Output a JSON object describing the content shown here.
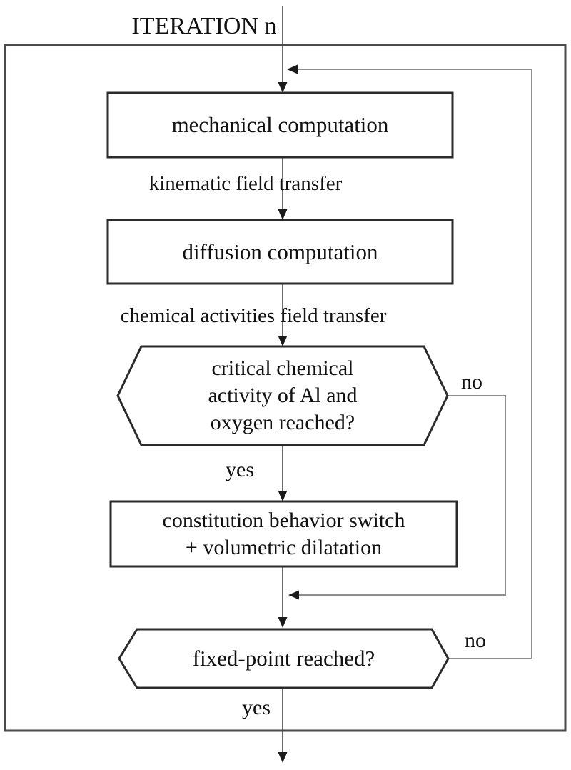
{
  "diagram": {
    "title": "ITERATION n",
    "nodes": {
      "mechanical": {
        "type": "process",
        "label": "mechanical computation"
      },
      "diffusion": {
        "type": "process",
        "label": "diffusion computation"
      },
      "critical": {
        "type": "decision",
        "lines": [
          "critical chemical",
          "activity of Al and",
          "oxygen reached?"
        ]
      },
      "constitution": {
        "type": "process",
        "lines": [
          "constitution behavior switch",
          "+ volumetric dilatation"
        ]
      },
      "fixed_point": {
        "type": "decision",
        "label": "fixed-point reached?"
      }
    },
    "edge_labels": {
      "kinematic": "kinematic field transfer",
      "chemical": "chemical activities field transfer",
      "critical_yes": "yes",
      "critical_no": "no",
      "fixed_yes": "yes",
      "fixed_no": "no"
    },
    "colors": {
      "flow_line": "#6b6b6b",
      "loop_line": "#8f8f8f",
      "shape_border": "#2b2b2b",
      "outer_border": "#4a4a4a",
      "shape_fill": "#ffffff",
      "arrow_fill": "#1a1a1a",
      "text": "#111111",
      "background": "#ffffff"
    }
  }
}
